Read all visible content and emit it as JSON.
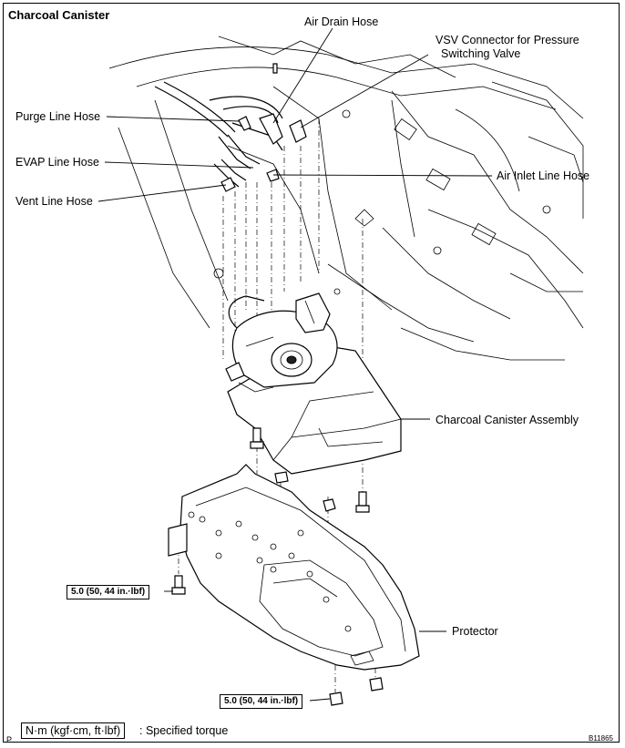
{
  "title": "Charcoal Canister",
  "labels": {
    "air_drain_hose": "Air Drain Hose",
    "vsv_connector_1": "VSV Connector for Pressure",
    "vsv_connector_2": "Switching Valve",
    "purge_line_hose": "Purge Line Hose",
    "evap_line_hose": "EVAP Line Hose",
    "air_inlet_line_hose": "Air Inlet Line Hose",
    "vent_line_hose": "Vent Line Hose",
    "charcoal_canister_assembly": "Charcoal Canister Assembly",
    "protector": "Protector"
  },
  "torque": {
    "left": "5.0 (50, 44 in.·lbf)",
    "bottom": "5.0 (50, 44 in.·lbf)"
  },
  "legend": {
    "units": "N·m (kgf·cm, ft·lbf)",
    "text": ": Specified torque"
  },
  "corner_mark": "P",
  "figure_id": "B11865"
}
